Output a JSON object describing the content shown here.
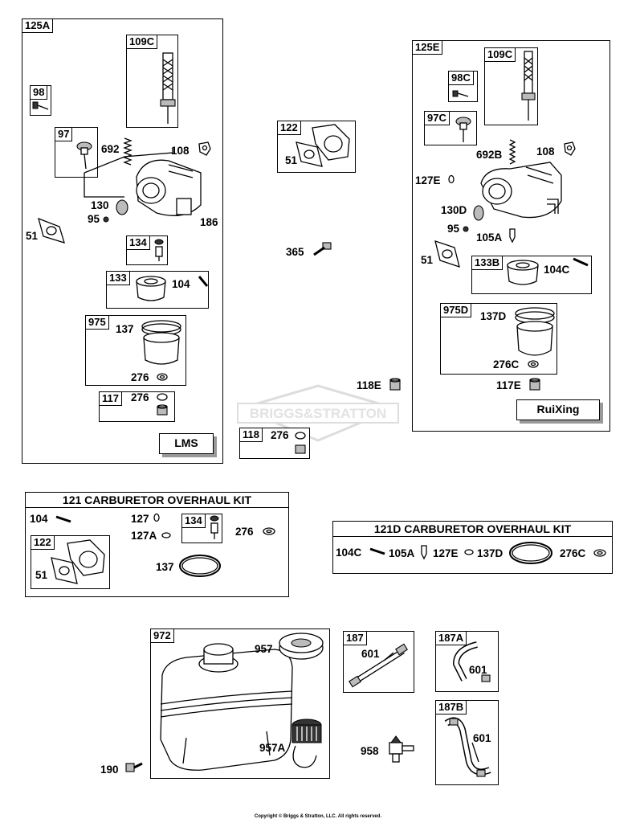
{
  "kit_125A": {
    "tag": "125A",
    "badge": "LMS",
    "parts": [
      "109C",
      "98",
      "97",
      "692",
      "108",
      "130",
      "95",
      "186",
      "51",
      "134",
      "133",
      "104",
      "975",
      "137",
      "276",
      "117",
      "276"
    ]
  },
  "kit_125E": {
    "tag": "125E",
    "badge": "RuiXing",
    "parts": [
      "109C",
      "98C",
      "97C",
      "692B",
      "108",
      "127E",
      "130D",
      "95",
      "105A",
      "51",
      "133B",
      "104C",
      "975D",
      "137D",
      "276C",
      "117E"
    ]
  },
  "center": {
    "box122": "122",
    "box122_51": "51",
    "p365": "365",
    "p118E": "118E",
    "box118": "118",
    "box118_276": "276"
  },
  "watermark": "BRIGGS&STRATTON",
  "kit121": {
    "title": "121 CARBURETOR OVERHAUL KIT",
    "p104": "104",
    "p127": "127",
    "p127A": "127A",
    "p134": "134",
    "p276": "276",
    "p122": "122",
    "p51": "51",
    "p137": "137"
  },
  "kit121D": {
    "title": "121D CARBURETOR OVERHAUL KIT",
    "p104C": "104C",
    "p105A": "105A",
    "p127E": "127E",
    "p137D": "137D",
    "p276C": "276C"
  },
  "tank": {
    "tag": "972",
    "p957": "957",
    "p957A": "957A",
    "p190": "190",
    "p958": "958"
  },
  "line187": {
    "tag": "187",
    "p601": "601"
  },
  "line187A": {
    "tag": "187A",
    "p601": "601"
  },
  "line187B": {
    "tag": "187B",
    "p601": "601"
  },
  "copyright": "Copyright © Briggs & Stratton, LLC. All rights reserved."
}
